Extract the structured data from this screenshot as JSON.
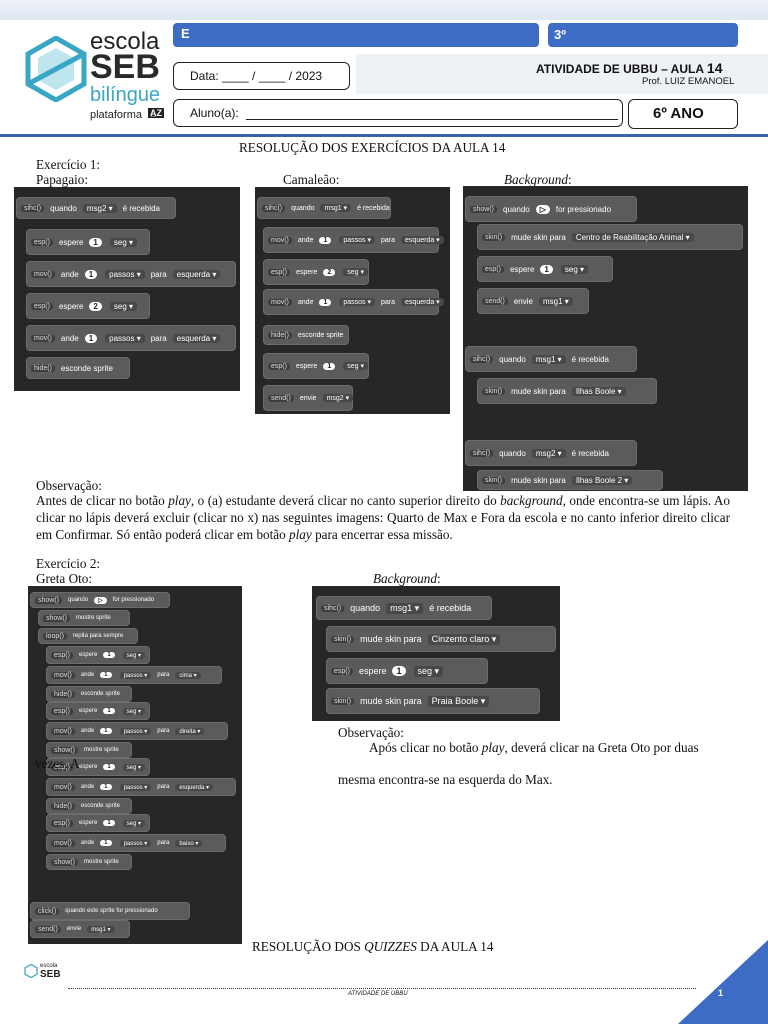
{
  "header": {
    "brand_line1": "escola",
    "brand_line2": "SEB",
    "brand_line3": "bilíngue",
    "brand_line4": "plataforma",
    "brand_badge": "A̲Z",
    "field_e": "E",
    "field_grade_top": "3º",
    "date_label": "Data: ____ / ____ / 2023",
    "student_label": "Aluno(a):",
    "activity_title": "ATIVIDADE DE UBBU – AULA",
    "activity_number": "14",
    "teacher": "Prof. LUIZ EMANOEL",
    "year": "6º ANO"
  },
  "body": {
    "section1_title": "RESOLUÇÃO DOS EXERCÍCIOS DA AULA 14",
    "ex1_label": "Exercício 1:",
    "ex1_papagaio": "Papagaio:",
    "ex1_camaleao": "Camaleão:",
    "ex1_background": "Background",
    "colon": ":",
    "obs_label": "Observação:",
    "obs1_a": "Antes de clicar no botão ",
    "obs1_play": "play",
    "obs1_b": ", o (a) estudante deverá clicar no canto superior direito do ",
    "obs1_bg": "background",
    "obs1_c": ", onde encontra-se um lápis. Ao clicar no lápis deverá excluir (clicar no x) nas seguintes imagens: Quarto de Max e Fora da escola e no canto inferior direito clicar em Confirmar. Só então poderá clicar em botão ",
    "obs1_d": " para encerrar essa missão.",
    "ex2_label": "Exercício 2:",
    "ex2_greta": "Greta Oto:",
    "obs2_a": "Após clicar no botão ",
    "obs2_b": ", deverá clicar na Greta Oto por duas",
    "obs2_vezes": "vezes. A",
    "obs2_c": "mesma encontra-se na esquerda do Max.",
    "section2_a": "RESOLUÇÃO DOS ",
    "section2_quizzes": "QUIZZES",
    "section2_b": " DA AULA 14"
  },
  "footer": {
    "center": "ATIVIDADE DE UBBU",
    "page": "1"
  },
  "blocks": {
    "papagaio": [
      {
        "tag": "sihc()",
        "parts": [
          [
            "t",
            "quando"
          ],
          [
            "d",
            "msg2 ▾"
          ],
          [
            "t",
            "é recebida"
          ]
        ]
      },
      {
        "tag": "esp()",
        "parts": [
          [
            "t",
            "espere"
          ],
          [
            "p",
            "1"
          ],
          [
            "d",
            "seg ▾"
          ]
        ]
      },
      {
        "tag": "mov()",
        "parts": [
          [
            "t",
            "ande"
          ],
          [
            "p",
            "1"
          ],
          [
            "d",
            "passos ▾"
          ],
          [
            "t",
            "para"
          ],
          [
            "d",
            "esquerda ▾"
          ]
        ]
      },
      {
        "tag": "esp()",
        "parts": [
          [
            "t",
            "espere"
          ],
          [
            "p",
            "2"
          ],
          [
            "d",
            "seg ▾"
          ]
        ]
      },
      {
        "tag": "mov()",
        "parts": [
          [
            "t",
            "ande"
          ],
          [
            "p",
            "1"
          ],
          [
            "d",
            "passos ▾"
          ],
          [
            "t",
            "para"
          ],
          [
            "d",
            "esquerda ▾"
          ]
        ]
      },
      {
        "tag": "hide()",
        "parts": [
          [
            "t",
            "esconde sprite"
          ]
        ]
      }
    ],
    "camaleao": [
      {
        "tag": "sihc()",
        "parts": [
          [
            "t",
            "quando"
          ],
          [
            "d",
            "msg1 ▾"
          ],
          [
            "t",
            "é recebida"
          ]
        ]
      },
      {
        "tag": "mov()",
        "parts": [
          [
            "t",
            "ande"
          ],
          [
            "p",
            "1"
          ],
          [
            "d",
            "passos ▾"
          ],
          [
            "t",
            "para"
          ],
          [
            "d",
            "esquerda ▾"
          ]
        ]
      },
      {
        "tag": "esp()",
        "parts": [
          [
            "t",
            "espere"
          ],
          [
            "p",
            "2"
          ],
          [
            "d",
            "seg ▾"
          ]
        ]
      },
      {
        "tag": "mov()",
        "parts": [
          [
            "t",
            "ande"
          ],
          [
            "p",
            "1"
          ],
          [
            "d",
            "passos ▾"
          ],
          [
            "t",
            "para"
          ],
          [
            "d",
            "esquerda ▾"
          ]
        ]
      },
      {
        "tag": "hide()",
        "parts": [
          [
            "t",
            "esconde sprite"
          ]
        ]
      },
      {
        "tag": "esp()",
        "parts": [
          [
            "t",
            "espere"
          ],
          [
            "p",
            "1"
          ],
          [
            "d",
            "seg ▾"
          ]
        ]
      },
      {
        "tag": "send()",
        "parts": [
          [
            "t",
            "envie"
          ],
          [
            "d",
            "msg2 ▾"
          ]
        ]
      }
    ],
    "background1": [
      {
        "tag": "show()",
        "parts": [
          [
            "t",
            "quando"
          ],
          [
            "p",
            "▷"
          ],
          [
            "t",
            "for pressionado"
          ]
        ]
      },
      {
        "tag": "skin()",
        "parts": [
          [
            "t",
            "mude skin para"
          ],
          [
            "d",
            "Centro de Reabilitação Animal ▾"
          ]
        ]
      },
      {
        "tag": "esp()",
        "parts": [
          [
            "t",
            "espere"
          ],
          [
            "p",
            "1"
          ],
          [
            "d",
            "seg ▾"
          ]
        ]
      },
      {
        "tag": "send()",
        "parts": [
          [
            "t",
            "envie"
          ],
          [
            "d",
            "msg1 ▾"
          ]
        ]
      },
      {
        "tag": "sihc()",
        "parts": [
          [
            "t",
            "quando"
          ],
          [
            "d",
            "msg1 ▾"
          ],
          [
            "t",
            "é recebida"
          ]
        ]
      },
      {
        "tag": "skin()",
        "parts": [
          [
            "t",
            "mude skin para"
          ],
          [
            "d",
            "Ilhas Boole ▾"
          ]
        ]
      },
      {
        "tag": "sihc()",
        "parts": [
          [
            "t",
            "quando"
          ],
          [
            "d",
            "msg2 ▾"
          ],
          [
            "t",
            "é recebida"
          ]
        ]
      },
      {
        "tag": "skin()",
        "parts": [
          [
            "t",
            "mude skin para"
          ],
          [
            "d",
            "Ilhas Boole 2 ▾"
          ]
        ]
      }
    ],
    "greta": [
      {
        "tag": "show()",
        "parts": [
          [
            "t",
            "quando"
          ],
          [
            "p",
            "▷"
          ],
          [
            "t",
            "for pressionado"
          ]
        ]
      },
      {
        "tag": "show()",
        "parts": [
          [
            "t",
            "mostre sprite"
          ]
        ]
      },
      {
        "tag": "loop()",
        "parts": [
          [
            "t",
            "repita para sempre"
          ]
        ]
      },
      {
        "tag": "esp()",
        "parts": [
          [
            "t",
            "espere"
          ],
          [
            "p",
            "1"
          ],
          [
            "d",
            "seg ▾"
          ]
        ]
      },
      {
        "tag": "mov()",
        "parts": [
          [
            "t",
            "ande"
          ],
          [
            "p",
            "1"
          ],
          [
            "d",
            "passos ▾"
          ],
          [
            "t",
            "para"
          ],
          [
            "d",
            "cima ▾"
          ]
        ]
      },
      {
        "tag": "hide()",
        "parts": [
          [
            "t",
            "esconde sprite"
          ]
        ]
      },
      {
        "tag": "esp()",
        "parts": [
          [
            "t",
            "espere"
          ],
          [
            "p",
            "1"
          ],
          [
            "d",
            "seg ▾"
          ]
        ]
      },
      {
        "tag": "mov()",
        "parts": [
          [
            "t",
            "ande"
          ],
          [
            "p",
            "1"
          ],
          [
            "d",
            "passos ▾"
          ],
          [
            "t",
            "para"
          ],
          [
            "d",
            "direita ▾"
          ]
        ]
      },
      {
        "tag": "show()",
        "parts": [
          [
            "t",
            "mostre sprite"
          ]
        ]
      },
      {
        "tag": "esp()",
        "parts": [
          [
            "t",
            "espere"
          ],
          [
            "p",
            "1"
          ],
          [
            "d",
            "seg ▾"
          ]
        ]
      },
      {
        "tag": "mov()",
        "parts": [
          [
            "t",
            "ande"
          ],
          [
            "p",
            "1"
          ],
          [
            "d",
            "passos ▾"
          ],
          [
            "t",
            "para"
          ],
          [
            "d",
            "esquerda ▾"
          ]
        ]
      },
      {
        "tag": "hide()",
        "parts": [
          [
            "t",
            "esconde sprite"
          ]
        ]
      },
      {
        "tag": "esp()",
        "parts": [
          [
            "t",
            "espere"
          ],
          [
            "p",
            "1"
          ],
          [
            "d",
            "seg ▾"
          ]
        ]
      },
      {
        "tag": "mov()",
        "parts": [
          [
            "t",
            "ande"
          ],
          [
            "p",
            "1"
          ],
          [
            "d",
            "passos ▾"
          ],
          [
            "t",
            "para"
          ],
          [
            "d",
            "baixo ▾"
          ]
        ]
      },
      {
        "tag": "show()",
        "parts": [
          [
            "t",
            "mostre sprite"
          ]
        ]
      },
      {
        "tag": "click()",
        "parts": [
          [
            "t",
            "quando este sprite for pressionado"
          ]
        ]
      },
      {
        "tag": "send()",
        "parts": [
          [
            "t",
            "envie"
          ],
          [
            "d",
            "msg1 ▾"
          ]
        ]
      }
    ],
    "background2": [
      {
        "tag": "sihc()",
        "parts": [
          [
            "t",
            "quando"
          ],
          [
            "d",
            "msg1 ▾"
          ],
          [
            "t",
            "é recebida"
          ]
        ]
      },
      {
        "tag": "skin()",
        "parts": [
          [
            "t",
            "mude skin para"
          ],
          [
            "d",
            "Cinzento claro ▾"
          ]
        ]
      },
      {
        "tag": "esp()",
        "parts": [
          [
            "t",
            "espere"
          ],
          [
            "p",
            "1"
          ],
          [
            "d",
            "seg ▾"
          ]
        ]
      },
      {
        "tag": "skin()",
        "parts": [
          [
            "t",
            "mude skin para"
          ],
          [
            "d",
            "Praia Boole ▾"
          ]
        ]
      }
    ]
  }
}
